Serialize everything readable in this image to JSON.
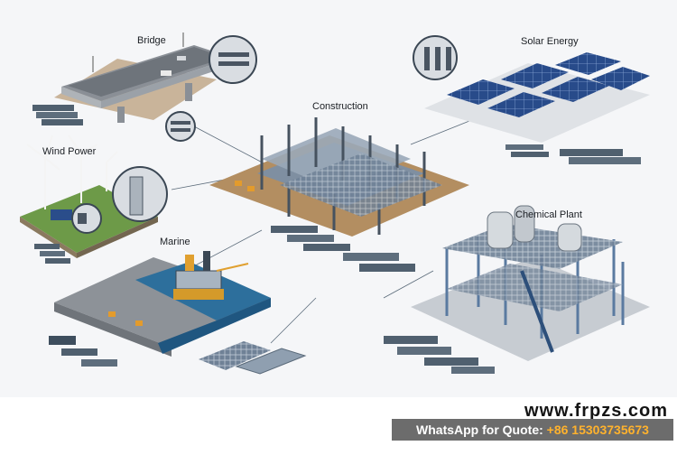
{
  "labels": {
    "bridge": "Bridge",
    "solar": "Solar Energy",
    "construction": "Construction",
    "wind": "Wind Power",
    "marine": "Marine",
    "chemical": "Chemical Plant"
  },
  "footer": {
    "website": "www.frpzs.com",
    "whatsapp_prefix": "WhatsApp for Quote: ",
    "whatsapp_number": "+86 15303735673"
  },
  "colors": {
    "background": "#f5f6f8",
    "steel": "#4d5b69",
    "panel": "#2a4d8a",
    "ground": "#b38e61",
    "water": "#2d6f9c",
    "whatsapp_bg": "#6c6c6c",
    "whatsapp_number": "#ffb22d"
  }
}
